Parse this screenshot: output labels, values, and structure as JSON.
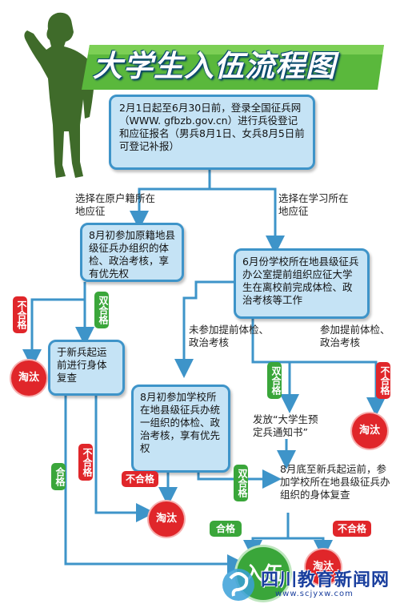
{
  "title": "大学生入伍流程图",
  "colors": {
    "box_fill": "#c5e3f5",
    "box_border": "#3e94c9",
    "arrow": "#3e94c9",
    "fail": "#e0262a",
    "pass": "#3aa63a",
    "soldier": "#3f6b2a"
  },
  "steps": {
    "register": "2月1日起至6月30日前，登录全国征兵网（WWW. gfbzb.gov.cn）进行兵役登记和应征报名（男兵8月1日、女兵8月5日前可登记补报）",
    "branch_home": "选择在原户籍所在地应征",
    "branch_school": "选择在学习所在地应征",
    "home_exam": "8月初参加原籍地县级征兵办组织的体检、政治考核，享有优先权",
    "school_exam": "6月份学校所在地县级征兵办公室提前组织应征大学生在离校前完成体检、政治考核等工作",
    "home_recheck": "于新兵起运前进行身体复查",
    "not_early": "未参加提前体检、政治考核",
    "early": "参加提前体检、政治考核",
    "school_august": "8月初参加学校所在地县级征兵办统一组织的体检、政治考核，享有优先权",
    "notice": "发放“大学生预定兵通知书”",
    "final_recheck": "8月底至新兵起运前，参加学校所在地县级征兵办组织的身体复查"
  },
  "labels": {
    "fail": "不合格",
    "pass_both": "双合格",
    "pass": "合格",
    "eliminated": "淘汰",
    "enlist": "入伍"
  },
  "watermark": {
    "name": "四川教育新闻网",
    "url": "www.scjyxw.com"
  }
}
